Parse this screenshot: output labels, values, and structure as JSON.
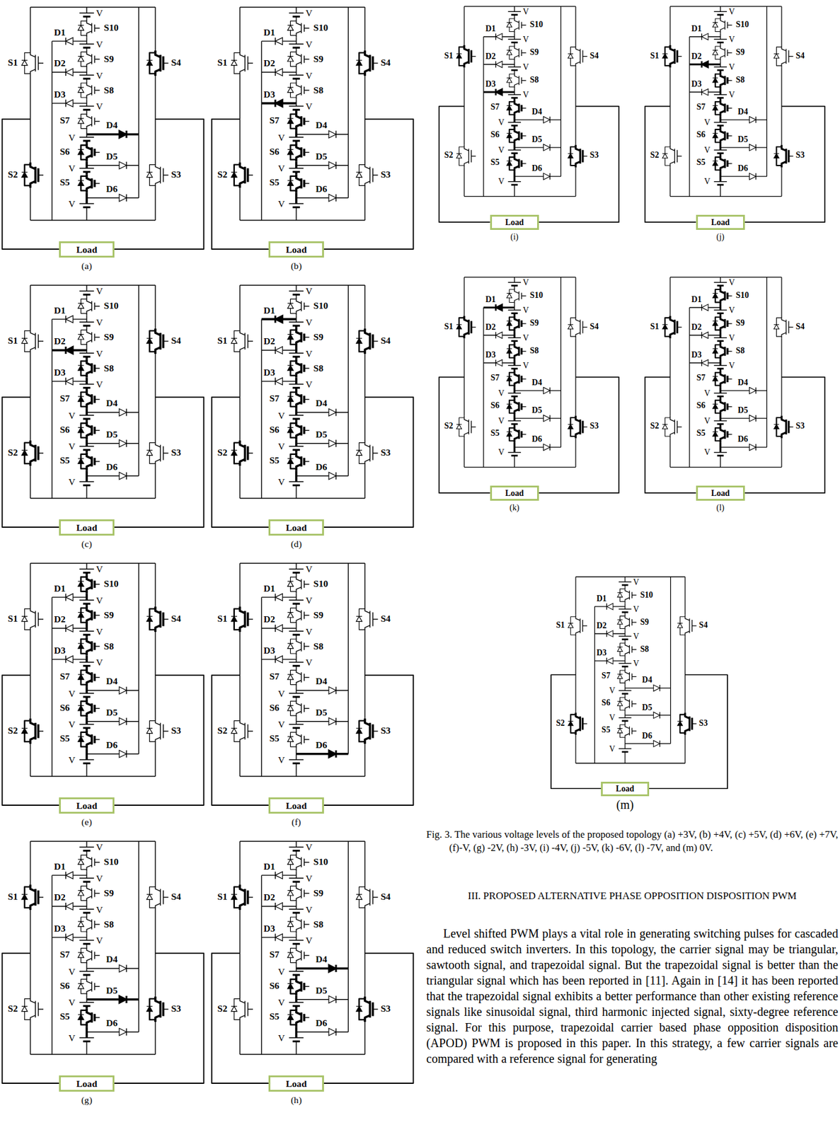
{
  "diagram": {
    "title": "III. PROPOSED ALTERNATIVE PHASE OPPOSITION DISPOSITION PWM",
    "caption": "Fig. 3. The various voltage levels of the proposed topology (a) +3V, (b) +4V, (c) +5V, (d) +6V, (e) +7V, (f)-V, (g) -2V, (h) -3V, (i) -4V, (j) -5V, (k) -6V, (l) -7V, and (m) 0V.",
    "nodes": [
      {
        "text": [
          "Load"
        ]
      },
      {
        "text": [
          "Load"
        ]
      },
      {
        "text": [
          "Load"
        ]
      },
      {
        "text": [
          "Load"
        ]
      },
      {
        "text": [
          "Load"
        ]
      },
      {
        "text": [
          "Load"
        ]
      },
      {
        "text": [
          "Load"
        ]
      },
      {
        "text": [
          "Load"
        ]
      },
      {
        "text": [
          "Load"
        ]
      },
      {
        "text": [
          "Load"
        ]
      },
      {
        "text": [
          "Load"
        ]
      },
      {
        "text": [
          "Load"
        ]
      },
      {
        "text": [
          "Load"
        ]
      }
    ],
    "labels": [
      "S1",
      "S2",
      "S3",
      "S4",
      "S5",
      "S6",
      "S7",
      "S8",
      "S9",
      "S10",
      "D1",
      "D2",
      "D3",
      "D4",
      "D5",
      "D6",
      "V",
      "V",
      "V",
      "V",
      "V",
      "V",
      "V",
      "(a)",
      "S1",
      "S2",
      "S3",
      "S4",
      "S5",
      "S6",
      "S7",
      "S8",
      "S9",
      "S10",
      "D1",
      "D2",
      "D3",
      "D4",
      "D5",
      "D6",
      "V",
      "V",
      "V",
      "V",
      "V",
      "V",
      "V",
      "(b)",
      "S1",
      "S2",
      "S3",
      "S4",
      "S5",
      "S6",
      "S7",
      "S8",
      "S9",
      "S10",
      "D1",
      "D2",
      "D3",
      "D4",
      "D5",
      "D6",
      "V",
      "V",
      "V",
      "V",
      "V",
      "V",
      "V",
      "(c)",
      "S1",
      "S2",
      "S3",
      "S4",
      "S5",
      "S6",
      "S7",
      "S8",
      "S9",
      "S10",
      "D1",
      "D2",
      "D3",
      "D4",
      "D5",
      "D6",
      "V",
      "V",
      "V",
      "V",
      "V",
      "V",
      "V",
      "(d)",
      "S1",
      "S2",
      "S3",
      "S4",
      "S5",
      "S6",
      "S7",
      "S8",
      "S9",
      "S10",
      "D1",
      "D2",
      "D3",
      "D4",
      "D5",
      "D6",
      "V",
      "V",
      "V",
      "V",
      "V",
      "V",
      "V",
      "(e)",
      "S1",
      "S2",
      "S3",
      "S4",
      "S5",
      "S6",
      "S7",
      "S8",
      "S9",
      "S10",
      "D1",
      "D2",
      "D3",
      "D4",
      "D5",
      "D6",
      "V",
      "V",
      "V",
      "V",
      "V",
      "V",
      "V",
      "(f)",
      "S1",
      "S2",
      "S3",
      "S4",
      "S5",
      "S6",
      "S7",
      "S8",
      "S9",
      "S10",
      "D1",
      "D2",
      "D3",
      "D4",
      "D5",
      "D6",
      "V",
      "V",
      "V",
      "V",
      "V",
      "V",
      "V",
      "(g)",
      "S1",
      "S2",
      "S3",
      "S4",
      "S5",
      "S6",
      "S7",
      "S8",
      "S9",
      "S10",
      "D1",
      "D2",
      "D3",
      "D4",
      "D5",
      "D6",
      "V",
      "V",
      "V",
      "V",
      "V",
      "V",
      "V",
      "(h)",
      "S1",
      "S2",
      "S3",
      "S4",
      "S5",
      "S6",
      "S7",
      "S8",
      "S9",
      "S10",
      "D1",
      "D2",
      "D3",
      "D4",
      "D5",
      "D6",
      "V",
      "V",
      "V",
      "V",
      "V",
      "V",
      "V",
      "(i)",
      "S1",
      "S2",
      "S3",
      "S4",
      "S5",
      "S6",
      "S7",
      "S8",
      "S9",
      "S10",
      "D1",
      "D2",
      "D3",
      "D4",
      "D5",
      "D6",
      "V",
      "V",
      "V",
      "V",
      "V",
      "V",
      "V",
      "(j)",
      "S1",
      "S2",
      "S3",
      "S4",
      "S5",
      "S6",
      "S7",
      "S8",
      "S9",
      "S10",
      "D1",
      "D2",
      "D3",
      "D4",
      "D5",
      "D6",
      "V",
      "V",
      "V",
      "V",
      "V",
      "V",
      "V",
      "(k)",
      "S1",
      "S2",
      "S3",
      "S4",
      "S5",
      "S6",
      "S7",
      "S8",
      "S9",
      "S10",
      "D1",
      "D2",
      "D3",
      "D4",
      "D5",
      "D6",
      "V",
      "V",
      "V",
      "V",
      "V",
      "V",
      "V",
      "(l)",
      "S1",
      "S2",
      "S3",
      "S4",
      "S5",
      "S6",
      "S7",
      "S8",
      "S9",
      "S10",
      "D1",
      "D2",
      "D3",
      "D4",
      "D5",
      "D6",
      "V",
      "V",
      "V",
      "V",
      "V",
      "V",
      "V",
      "(m)",
      "Level shifted PWM plays a vital role in generating switching pulses for cascaded and reduced switch inverters. In this topology, the carrier signal may be triangular, sawtooth signal, and trapezoidal signal. But the trapezoidal signal is better than the triangular signal which has been reported in [11]. Again in [14] it has been reported that the trapezoidal signal exhibits a better performance than other existing reference signals like sinusoidal signal, third harmonic injected signal, sixty-degree reference signal. For this purpose, trapezoidal carrier based phase opposition disposition (APOD) PWM is proposed in this paper. In this strategy, a few carrier signals are compared with a reference signal for generating"
    ]
  }
}
